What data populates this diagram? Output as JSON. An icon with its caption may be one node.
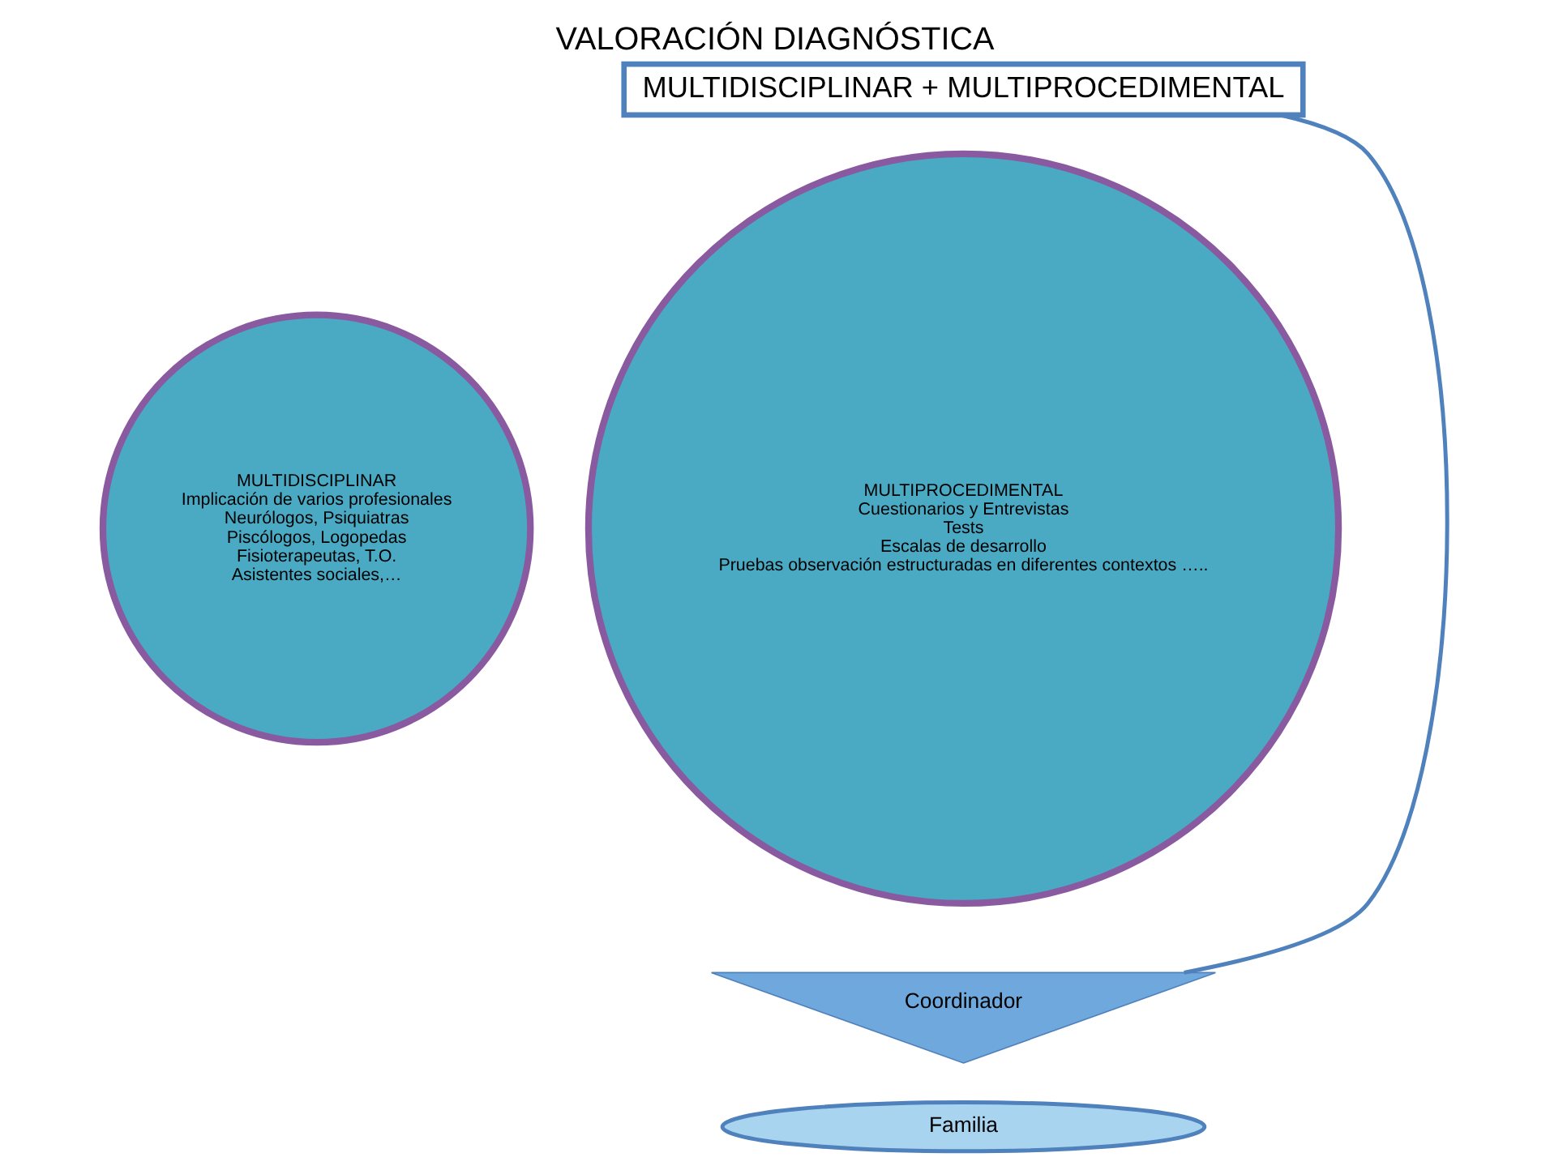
{
  "diagram": {
    "title": "VALORACIÓN DIAGNÓSTICA",
    "nodes": [
      {
        "text": [
          "MULTIDISCIPLINAR + MULTIPROCEDIMENTAL"
        ]
      },
      {
        "text": [
          "MULTIDISCIPLINAR",
          "Implicación de varios profesionales",
          "Neurólogos, Psiquiatras",
          "Piscólogos, Logopedas",
          "Fisioterapeutas, T.O.",
          "Asistentes sociales,…"
        ]
      },
      {
        "text": [
          "MULTIPROCEDIMENTAL",
          "Cuestionarios y Entrevistas",
          "Tests",
          "Escalas de desarrollo",
          "Pruebas observación estructuradas en diferentes contextos ….."
        ]
      },
      {
        "text": [
          "Coordinador"
        ]
      },
      {
        "text": [
          "Familia"
        ]
      }
    ],
    "edges": [
      {
        "from": 0,
        "to": 3,
        "arrow": "none"
      }
    ]
  }
}
